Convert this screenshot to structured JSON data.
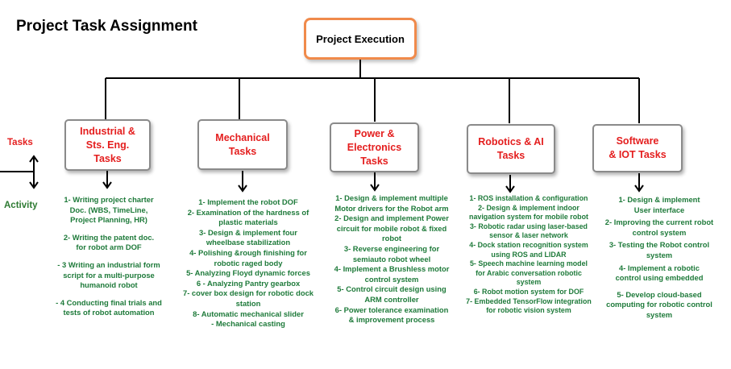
{
  "title": "Project Task Assignment",
  "root": "Project Execution",
  "side_labels": {
    "tasks": "Tasks",
    "activity": "Activity"
  },
  "colors": {
    "root_border": "#f08a4b",
    "category_text": "#e41e1e",
    "activity_text": "#1e7a3a",
    "box_border": "#8a8a8a"
  },
  "categories": [
    {
      "label": "Industrial &\nSts. Eng.\nTasks",
      "activities": [
        "1-  Writing project charter\nDoc. (WBS, TimeLine,\nProject Planning, HR)",
        "2-  Writing the patent doc.\nfor robot arm DOF",
        "- 3 Writing an industrial form\nscript for a multi-purpose\nhumanoid robot",
        "- 4 Conducting final trials and\ntests of robot automation"
      ]
    },
    {
      "label": "Mechanical\nTasks",
      "activities": [
        "1- Implement the robot DOF",
        "2-  Examination of the hardness of\nplastic  materials",
        "3- Design & implement four\nwheelbase stabilization",
        "4- Polishing &rough finishing for\nrobotic raged body",
        "5- Analyzing Floyd dynamic forces",
        "6 - Analyzing Pantry gearbox",
        "7- cover box design for robotic dock\nstation",
        "8- Automatic mechanical slider",
        "- Mechanical casting"
      ]
    },
    {
      "label": "Power &\nElectronics\nTasks",
      "activities": [
        "1- Design & implement multiple\nMotor drivers for the Robot arm",
        "2- Design and implement  Power\ncircuit  for mobile robot & fixed\nrobot",
        "3- Reverse engineering for\nsemiauto robot wheel",
        "4- Implement a Brushless motor\ncontrol system",
        "5- Control circuit design using\nARM controller",
        "6- Power tolerance examination\n& improvement process"
      ]
    },
    {
      "label": "Robotics & AI\nTasks",
      "activities": [
        "1- ROS installation & configuration",
        "2- Design & implement indoor\nnavigation system for mobile robot",
        "3- Robotic radar using laser-based\nsensor & laser network",
        "4- Dock station recognition system\nusing ROS and LIDAR",
        "5- Speech machine learning model\nfor Arabic conversation robotic\nsystem",
        "6- Robot motion system for DOF",
        "7- Embedded TensorFlow integration\nfor robotic vision system"
      ]
    },
    {
      "label": "Software\n& IOT Tasks",
      "activities": [
        "1- Design & implement\nUser interface",
        "2-  Improving the current robot\ncontrol system",
        "3- Testing the Robot control\nsystem",
        "4- Implement a robotic\ncontrol using embedded",
        "5-  Develop cloud-based\ncomputing for robotic control\nsystem"
      ]
    }
  ]
}
